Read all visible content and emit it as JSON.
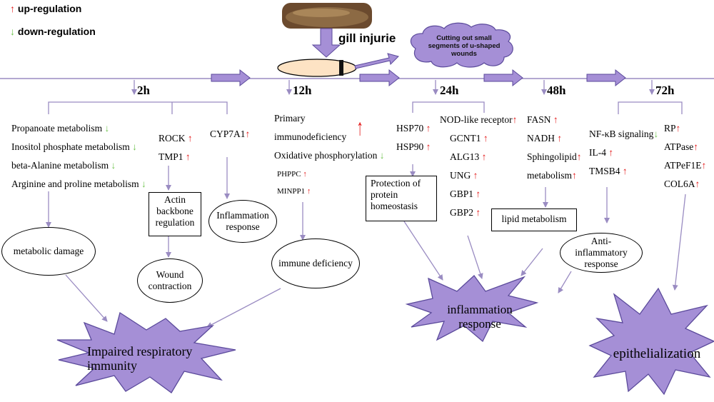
{
  "colors": {
    "accent_purple": "#a58fd6",
    "dark_purple": "#5b4a9b",
    "up_arrow": "#e31a1a",
    "down_arrow": "#6cc24a",
    "timeline": "#9a8cc2",
    "specimen_oval": "#fde3c4"
  },
  "legend": {
    "up_label": "up-regulation",
    "down_label": "down-regulation",
    "up_icon": "red-up-arrow",
    "down_icon": "green-down-arrow"
  },
  "top": {
    "injury_label": "gill injurie",
    "cloud_label": "Cutting out small segments of u-shaped wounds"
  },
  "timepoints": [
    "2h",
    "12h",
    "24h",
    "48h",
    "72h"
  ],
  "t2h": {
    "pathways": [
      {
        "text": "Propanoate metabolism",
        "dir": "down"
      },
      {
        "text": "Inositol phosphate metabolism",
        "dir": "down"
      },
      {
        "text": "beta-Alanine metabolism",
        "dir": "down"
      },
      {
        "text": "Arginine and proline metabolism",
        "dir": "down"
      }
    ],
    "genes_mid": [
      {
        "text": "ROCK",
        "dir": "up"
      },
      {
        "text": "TMP1",
        "dir": "up"
      }
    ],
    "gene_right": {
      "text": "CYP7A1",
      "dir": "up"
    },
    "actin_box": "Actin backbone regulation",
    "inflammation_oval": "Inflammation response",
    "metabolic_oval": "metabolic damage",
    "wound_oval": "Wound contraction"
  },
  "t12h": {
    "primary_line1": "Primary",
    "primary_line2": "immunodeficiency",
    "oxphos": "Oxidative phosphorylation",
    "genes": [
      {
        "text": "PHPPC",
        "dir": "up"
      },
      {
        "text": "MINPP1",
        "dir": "up"
      }
    ],
    "immune_oval": "immune deficiency"
  },
  "t24h": {
    "hsp": [
      {
        "text": "HSP70",
        "dir": "up"
      },
      {
        "text": "HSP90",
        "dir": "up"
      }
    ],
    "nod_genes": [
      {
        "text": "NOD-like receptor",
        "dir": "up"
      },
      {
        "text": "GCNT1",
        "dir": "up"
      },
      {
        "text": "ALG13",
        "dir": "up"
      },
      {
        "text": "UNG",
        "dir": "up"
      },
      {
        "text": "GBP1",
        "dir": "up"
      },
      {
        "text": "GBP2",
        "dir": "up"
      }
    ],
    "protein_box": "Protection of protein homeostasis"
  },
  "t48h": {
    "genes": [
      {
        "text": "FASN",
        "dir": "up"
      },
      {
        "text": "NADH",
        "dir": "up"
      },
      {
        "text": "Sphingolipid",
        "dir": "up"
      },
      {
        "text": "metabolism",
        "dir": "up"
      }
    ],
    "lipid_box": "lipid metabolism"
  },
  "t72h": {
    "left_genes": [
      {
        "text": "NF-κB signaling",
        "dir": "down"
      },
      {
        "text": "IL-4",
        "dir": "up"
      },
      {
        "text": "TMSB4",
        "dir": "up"
      }
    ],
    "right_genes": [
      {
        "text": "RP",
        "dir": "up"
      },
      {
        "text": "ATPase",
        "dir": "up"
      },
      {
        "text": "ATPeF1E",
        "dir": "up"
      },
      {
        "text": "COL6A",
        "dir": "up"
      }
    ],
    "anti_oval": "Anti-inflammatory response"
  },
  "outcomes": {
    "impaired": "Impaired respiratory immunity",
    "inflammation": "inflammation response",
    "epithelialization": "epithelialization"
  }
}
